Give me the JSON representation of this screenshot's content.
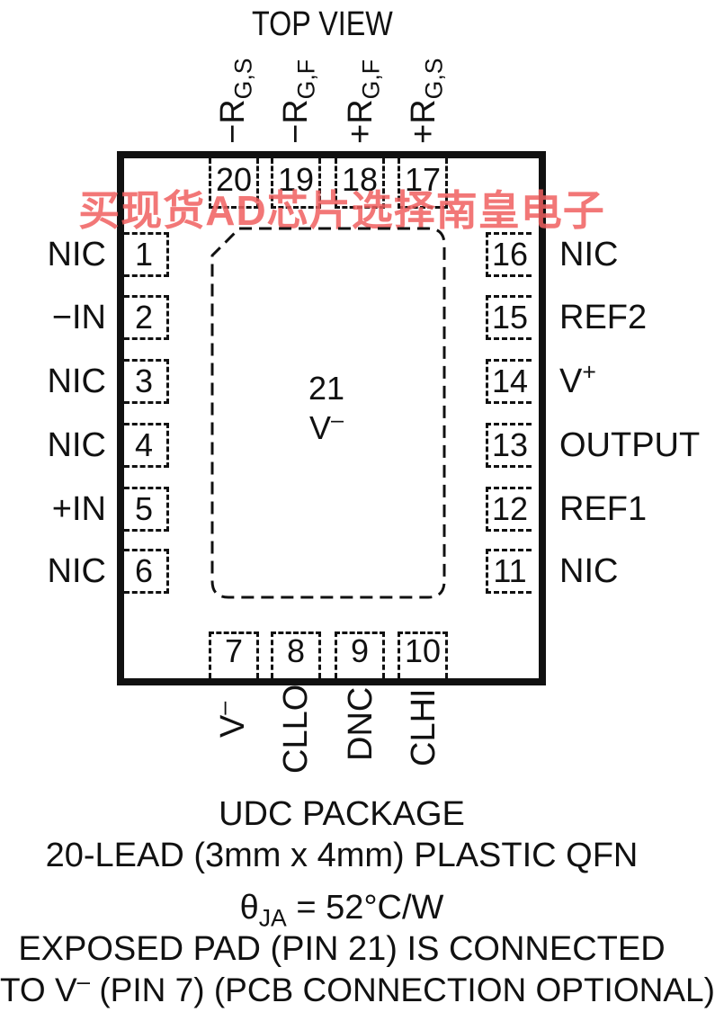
{
  "title": "TOP VIEW",
  "watermark": "买现货AD芯片选择南皇电子",
  "top_labels": [
    {
      "sign": "−",
      "base": "R",
      "sub": "G,S"
    },
    {
      "sign": "−",
      "base": "R",
      "sub": "G,F"
    },
    {
      "sign": "+",
      "base": "R",
      "sub": "G,F"
    },
    {
      "sign": "+",
      "base": "R",
      "sub": "G,S"
    }
  ],
  "top_pins": [
    "20",
    "19",
    "18",
    "17"
  ],
  "left_pins": [
    {
      "num": "1",
      "label": "NIC"
    },
    {
      "num": "2",
      "label": "−IN"
    },
    {
      "num": "3",
      "label": "NIC"
    },
    {
      "num": "4",
      "label": "NIC"
    },
    {
      "num": "5",
      "label": "+IN"
    },
    {
      "num": "6",
      "label": "NIC"
    }
  ],
  "right_pins": [
    {
      "num": "16",
      "label": "NIC"
    },
    {
      "num": "15",
      "label": "REF2"
    },
    {
      "num": "14",
      "label": "V",
      "sup": "+"
    },
    {
      "num": "13",
      "label": "OUTPUT"
    },
    {
      "num": "12",
      "label": "REF1"
    },
    {
      "num": "11",
      "label": "NIC"
    }
  ],
  "bottom_pins": [
    {
      "num": "7",
      "label": "V",
      "sup": "–"
    },
    {
      "num": "8",
      "label": "CLLO"
    },
    {
      "num": "9",
      "label": "DNC"
    },
    {
      "num": "10",
      "label": "CLHI"
    }
  ],
  "center_pad": {
    "num": "21",
    "label": "V",
    "sup": "–"
  },
  "footer": {
    "line1": "UDC PACKAGE",
    "line2": "20-LEAD (3mm x 4mm) PLASTIC QFN",
    "theta_symbol": "θ",
    "theta_sub": "JA",
    "theta_value": " = 52°C/W",
    "line4": "EXPOSED PAD (PIN 21) IS CONNECTED",
    "line5_a": "TO V",
    "line5_sup": "–",
    "line5_b": " (PIN 7) (PCB CONNECTION OPTIONAL)"
  }
}
